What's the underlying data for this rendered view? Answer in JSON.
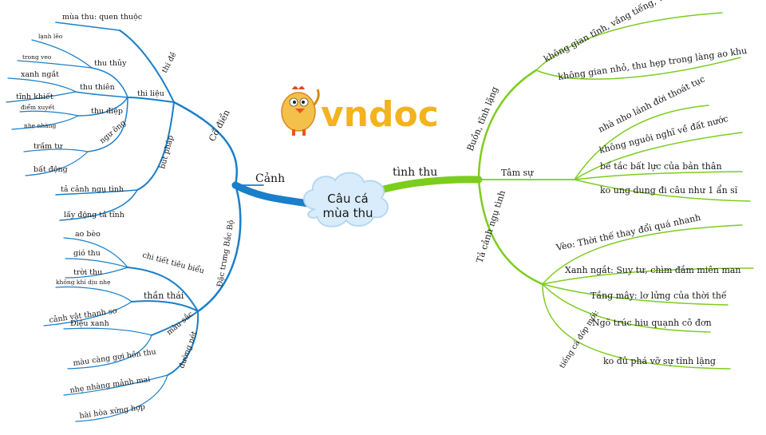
{
  "center": {
    "line1": "Câu cá",
    "line2": "mùa thu"
  },
  "logo": {
    "text": "vndoc",
    "mascot_icon": "chicken-mascot-icon"
  },
  "colors": {
    "left_branch": "#1a7fc8",
    "right_branch": "#7ccd1e",
    "cloud": "#d8ecfb",
    "logo": "#f3b21f"
  },
  "left": {
    "main": "Cảnh",
    "co_dien": {
      "label": "Cổ điển",
      "thi_de": {
        "label": "thi đề",
        "items": [
          "mùa thu: quen thuộc"
        ]
      },
      "thi_lieu": {
        "label": "thi liệu",
        "thu_thuy": {
          "label": "thu thủy",
          "items": [
            "lạnh lẽo",
            "trong veo"
          ]
        },
        "thu_thien": {
          "label": "thu thiên",
          "items": [
            "xanh ngắt",
            "tĩnh khiết"
          ]
        },
        "thu_diep": {
          "label": "thu điệp",
          "items": [
            "điểm xuyết",
            "nhẹ nhàng"
          ]
        },
        "ngu_ong": {
          "label": "ngư ông",
          "items": [
            "trầm tư",
            "bất động"
          ]
        }
      },
      "but_phap": {
        "label": "bút pháp",
        "items": [
          "tả cảnh ngụ tình",
          "lấy động tả tĩnh"
        ]
      }
    },
    "dac_trung": {
      "label": "Đặc trưng Bắc Bộ",
      "chi_tiet": {
        "label": "chi tiết tiêu biểu",
        "items": [
          "ao bèo",
          "gió thu",
          "trời thu"
        ]
      },
      "than_thai": {
        "label": "thần thái",
        "items": [
          "không khí dịu nhẹ",
          "cảnh vật thanh sơ"
        ]
      },
      "mau_sac": {
        "label": "màu sắc",
        "items": [
          "Điệu xanh",
          "màu càng gợi hồn thu"
        ]
      },
      "duong_net": {
        "label": "đường nét",
        "items": [
          "nhẹ nhàng mảnh mai",
          "hài hòa xứng hợp"
        ]
      }
    }
  },
  "right": {
    "main": "tình thu",
    "buon": {
      "label": "Buồn, tĩnh lặng",
      "items": [
        "không gian tĩnh, vắng tiếng, vắng người",
        "không gian nhỏ, thu hẹp trong làng ao khu"
      ]
    },
    "tam_su": {
      "label": "Tâm sự",
      "items": [
        "nhà nho lánh đời thoát tục",
        "không nguôi nghĩ về đất nước",
        "bế tắc bất lực của bản thân",
        "ko ung dung đi câu như 1 ẩn sĩ"
      ]
    },
    "ta_canh": {
      "label": "Tả cảnh ngụ tình",
      "items": [
        "Vèo: Thời thế thay đổi quá nhanh",
        "Xanh ngắt: Suy tư, chìm đắm miên man",
        "Tầng mây: lơ lửng của thời thế",
        "Ngõ trúc hiu quạnh cô đơn",
        "tiếng cá đớp mồi: ko đủ phá vỡ sự tĩnh lặng"
      ]
    }
  }
}
